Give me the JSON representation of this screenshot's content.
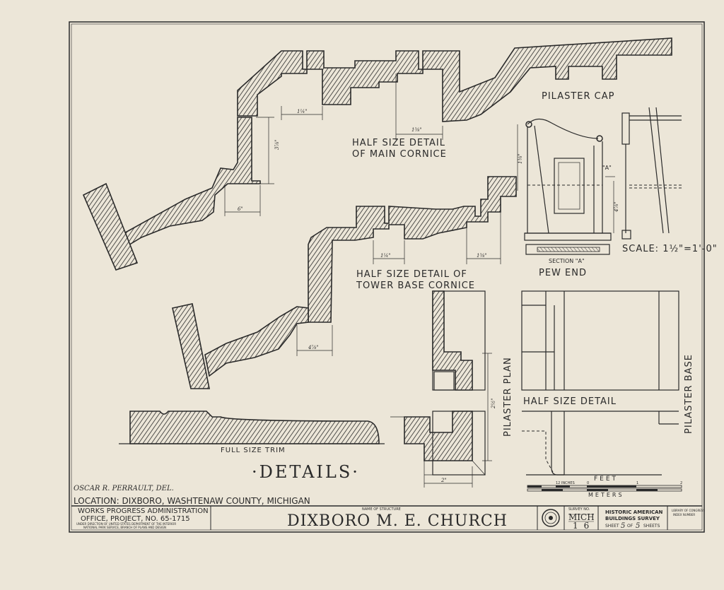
{
  "labels": {
    "pilaster_cap": "PILASTER CAP",
    "main_cornice_1": "HALF SIZE DETAIL",
    "main_cornice_2": "OF MAIN CORNICE",
    "tower_cornice_1": "HALF SIZE DETAIL OF",
    "tower_cornice_2": "TOWER BASE CORNICE",
    "section_a": "SECTION \"A\"",
    "a_marker": "\"A\"",
    "pew_end": "PEW END",
    "scale": "SCALE: 1½\"=1'-0\"",
    "pilaster_plan": "PILASTER PLAN",
    "half_size_detail": "HALF SIZE DETAIL",
    "pilaster_base": "PILASTER BASE",
    "full_size_trim": "FULL SIZE TRIM",
    "details": "·DETAILS·",
    "delineator": "OSCAR R. PERRAULT, DEL.",
    "location": "LOCATION: DIXBORO, WASHTENAW COUNTY, MICHIGAN"
  },
  "dimensions": {
    "d1": "1¼\"",
    "d2": "1⅜\"",
    "d3": "3⅞\"",
    "d4": "6\"",
    "d5": "1¼\"",
    "d6": "1⅜\"",
    "d7": "4⅞\"",
    "d8": "1⅜\"",
    "d9": "4⅞\"",
    "d10": "2\"",
    "d11": "2½\""
  },
  "scale_bar": {
    "feet_label": "FEET",
    "meters_label": "METERS",
    "inches_label": "12 INCHES",
    "tick_0": "0",
    "tick_1": "1",
    "tick_2": "2"
  },
  "title_block": {
    "wpa_1": "WORKS PROGRESS ADMINISTRATION",
    "wpa_2": "OFFICE, PROJECT, NO. 65-1715",
    "wpa_3": "UNDER DIRECTION OF UNITED STATES DEPARTMENT OF THE INTERIOR",
    "wpa_4": "NATIONAL PARK SERVICE, BRANCH OF PLANS AND DESIGN",
    "name_label": "NAME OF STRUCTURE",
    "structure_name": "DIXBORO M. E. CHURCH",
    "survey_label": "SURVEY NO.",
    "survey_state": "MICH",
    "survey_number": "16",
    "habs_1": "HISTORIC AMERICAN",
    "habs_2": "BUILDINGS SURVEY",
    "sheet_word": "SHEET",
    "sheet_num": "5",
    "of_word": "OF",
    "sheet_total": "5",
    "sheets_word": "SHEETS",
    "library_1": "LIBRARY OF CONGRESS",
    "library_2": "INDEX NUMBER"
  },
  "colors": {
    "paper": "#ece6d8",
    "ink": "#2a2a2a"
  }
}
